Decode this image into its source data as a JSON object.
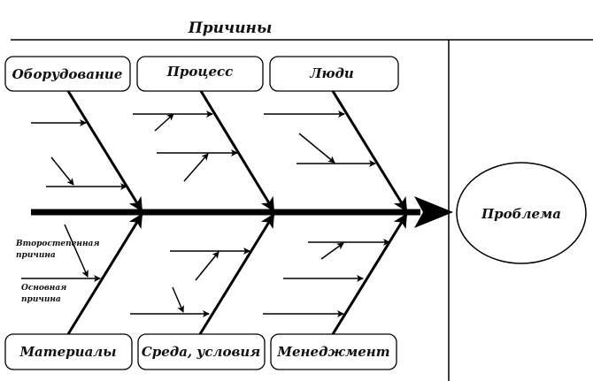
{
  "diagram": {
    "type": "ishikawa-fishbone",
    "header_title": "Причины",
    "problem_label": "Проблема",
    "top_categories": [
      {
        "label": "Оборудование"
      },
      {
        "label": "Процесс"
      },
      {
        "label": "Люди"
      }
    ],
    "bottom_categories": [
      {
        "label": "Материалы"
      },
      {
        "label": "Среда, условия"
      },
      {
        "label": "Менеджмент"
      }
    ],
    "legend": {
      "secondary_cause": [
        "Второстепенная",
        "причина"
      ],
      "main_cause": [
        "Основная",
        "причина"
      ]
    },
    "line_color": "#000000",
    "background": "#ffffff"
  }
}
